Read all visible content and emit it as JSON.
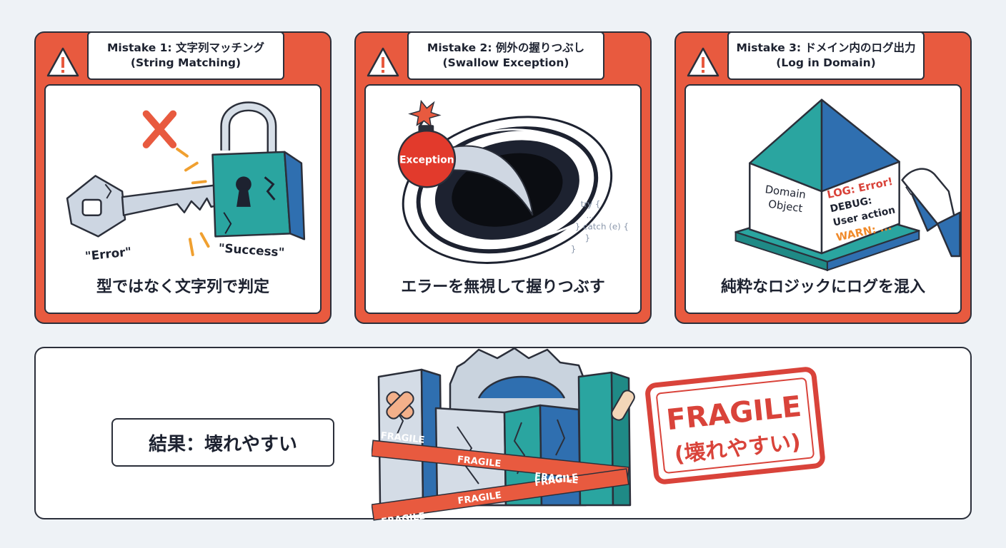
{
  "cards": [
    {
      "title_line1": "Mistake 1: 文字列マッチング",
      "title_line2": "(String Matching)",
      "label_error": "\"Error\"",
      "label_success": "\"Success\"",
      "caption": "型ではなく文字列で判定"
    },
    {
      "title_line1": "Mistake 2: 例外の握りつぶし",
      "title_line2": "(Swallow Exception)",
      "bomb_label": "Exception",
      "code_lines": [
        "try {",
        "...",
        "} catch (e) {",
        "}",
        "}"
      ],
      "caption": "エラーを無視して握りつぶす"
    },
    {
      "title_line1": "Mistake 3: ドメイン内のログ出力",
      "title_line2": "(Log in Domain)",
      "domain_line1": "Domain",
      "domain_line2": "Object",
      "log_line": "LOG: Error!",
      "debug_line": "DEBUG:",
      "user_line": "User action",
      "warn_line": "WARN: ...",
      "caption": "純粋なロジックにログを混入"
    }
  ],
  "bottom": {
    "result_label": "結果：壊れやすい",
    "tape_text": "FRAGILE",
    "stamp_line1": "FRAGILE",
    "stamp_line2": "(壊れやすい)"
  },
  "colors": {
    "card_red": "#e85a3f",
    "teal": "#2aa5a0",
    "blue": "#2f6fb0",
    "grey": "#c9d3de",
    "stamp_red": "#d9433a"
  }
}
